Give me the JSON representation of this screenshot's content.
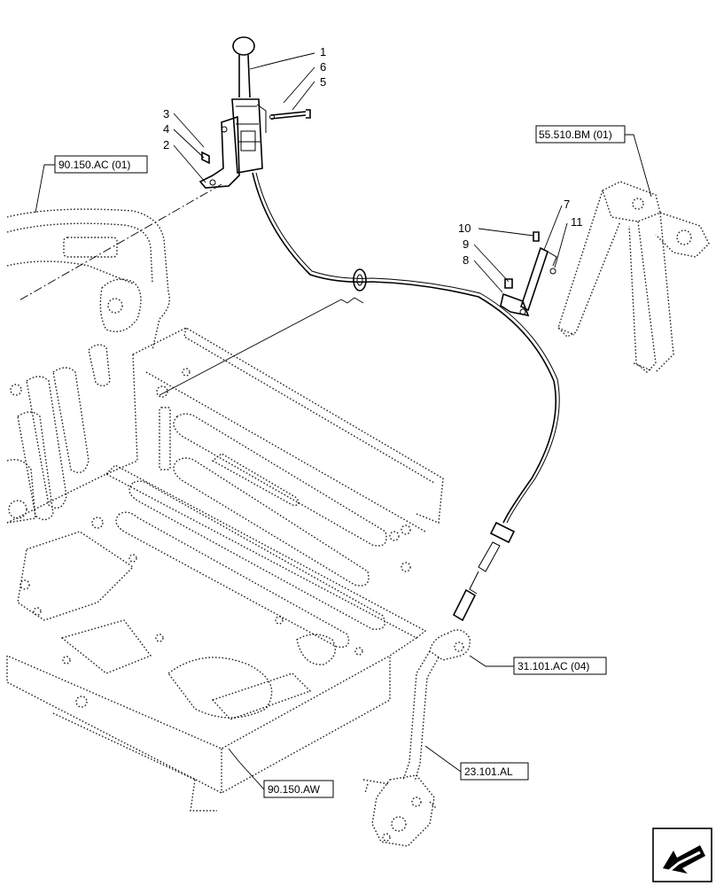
{
  "callouts": {
    "c1": "1",
    "c2": "2",
    "c3": "3",
    "c4": "4",
    "c5": "5",
    "c6": "6",
    "c7": "7",
    "c8": "8",
    "c9": "9",
    "c10": "10",
    "c11": "11"
  },
  "references": {
    "ref_90150ac": "90.150.AC (01)",
    "ref_55510bm": "55.510.BM (01)",
    "ref_31101ac": "31.101.AC (04)",
    "ref_23101al": "23.101.AL",
    "ref_90150aw": "90.150.AW"
  },
  "nav_icon": "next-page-arrow-icon"
}
